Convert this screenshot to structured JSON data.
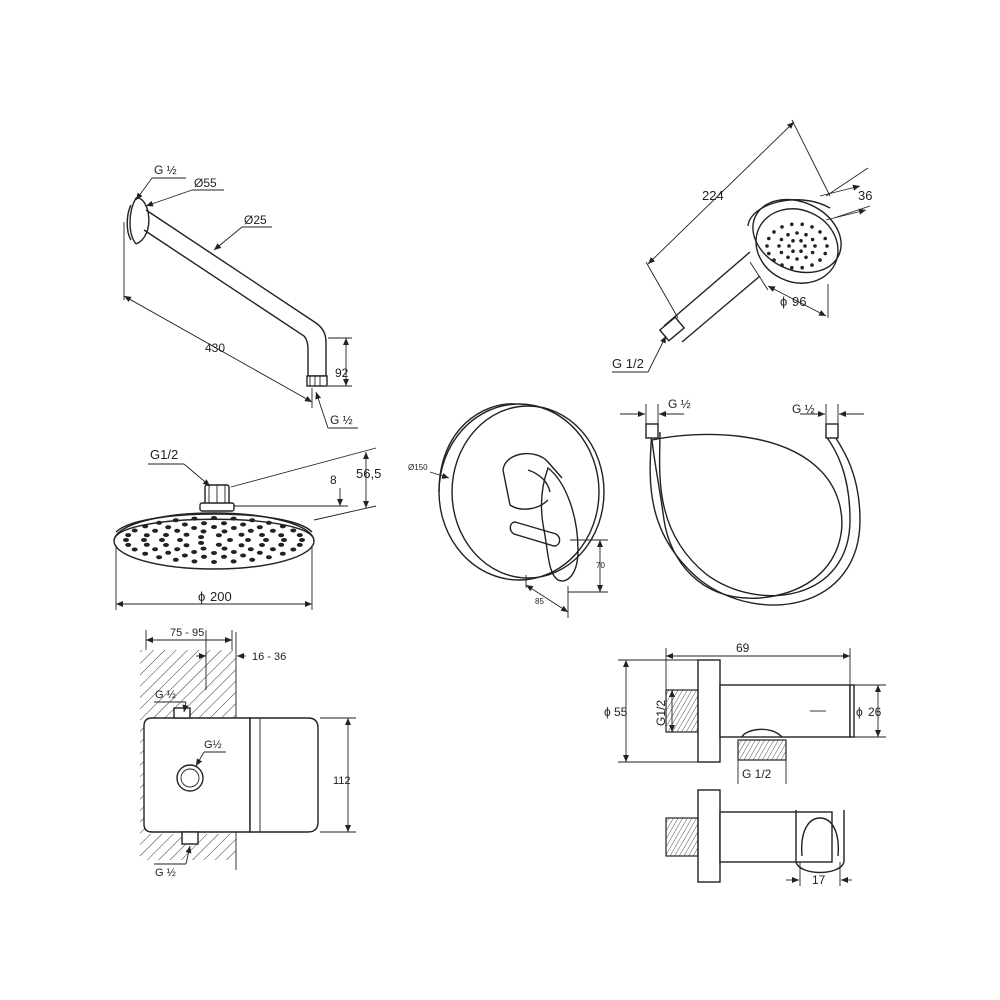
{
  "shower_arm": {
    "thread_inlet": "G ½",
    "flange_diameter": "Ø55",
    "pipe_diameter": "Ø25",
    "length": "430",
    "drop": "92",
    "thread_outlet": "G ½"
  },
  "overhead_shower": {
    "thread": "G1/2",
    "head_thickness": "8",
    "total_height": "56,5",
    "diameter": "200"
  },
  "mixer": {
    "plate_diameter": "Ø150",
    "projection": "85",
    "height": "70"
  },
  "hand_shower": {
    "length": "224",
    "head_depth": "36",
    "diameter": "96",
    "thread": "G 1/2"
  },
  "hose": {
    "thread_left": "G ½",
    "thread_right": "G ½"
  },
  "concealed_box": {
    "install_depth": "75 - 95",
    "wall_offset": "16 - 36",
    "inlet_top": "G ½",
    "outlet": "G½",
    "height": "112",
    "inlet_bottom": "G ½"
  },
  "wall_outlet": {
    "length": "69",
    "flange_diameter": "55",
    "thread": "G1/2",
    "body_diameter": "26",
    "outlet_thread": "G 1/2",
    "holder_width": "17"
  }
}
